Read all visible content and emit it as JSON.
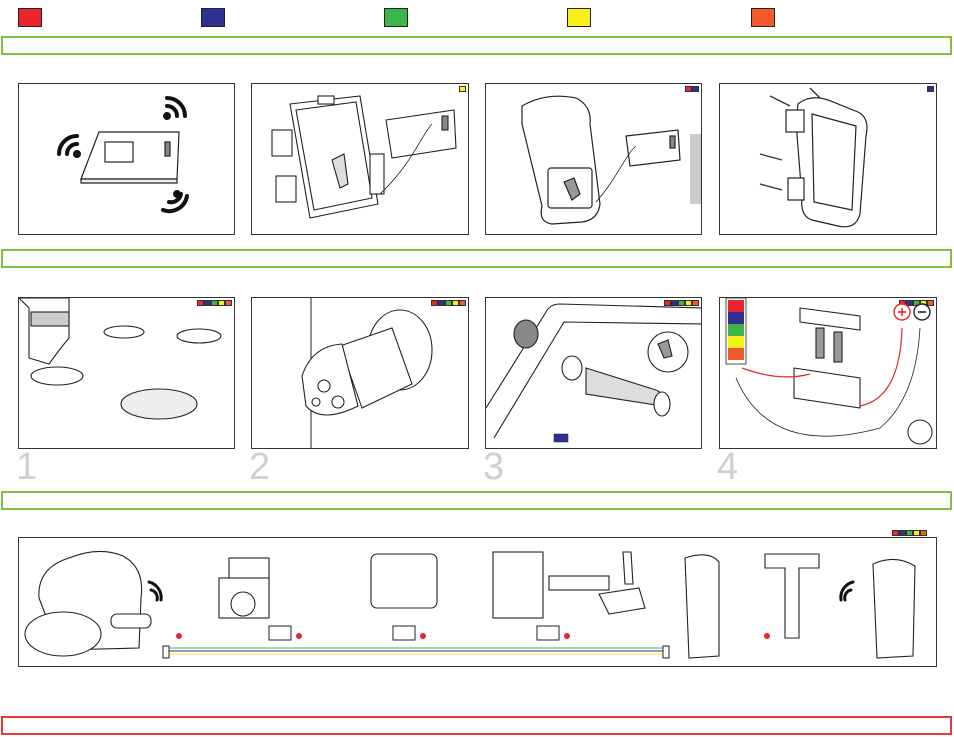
{
  "colors": {
    "red": "#e8262b",
    "blue": "#2e3192",
    "green": "#3cb54a",
    "yellow": "#f9ed1a",
    "orange": "#f15a2b",
    "band_green": "#7fc241",
    "band_red": "#e8393a"
  },
  "legend": [
    {
      "name": "red",
      "color": "#e8262b"
    },
    {
      "name": "blue",
      "color": "#2e3192"
    },
    {
      "name": "green",
      "color": "#3cb54a"
    },
    {
      "name": "yellow",
      "color": "#f9ed1a"
    },
    {
      "name": "orange",
      "color": "#f15a2b"
    }
  ],
  "row1_panels": [
    {
      "id": "wireless-module",
      "tags": []
    },
    {
      "id": "controller-box",
      "tags": [
        "#f9ed1a"
      ]
    },
    {
      "id": "joystick-housing",
      "tags": [
        "#e8262b",
        "#2e3192"
      ]
    },
    {
      "id": "assembled-housing",
      "tags": [
        "#2e3192"
      ]
    }
  ],
  "row2_panels": [
    {
      "id": "cutouts",
      "step": "1",
      "tags": [
        "#e8262b",
        "#2e3192",
        "#3cb54a",
        "#f9ed1a",
        "#f15a2b"
      ]
    },
    {
      "id": "connector",
      "step": "2",
      "tags": [
        "#e8262b",
        "#2e3192",
        "#3cb54a",
        "#f9ed1a",
        "#f15a2b"
      ]
    },
    {
      "id": "cable-gland",
      "step": "3",
      "tags": [
        "#e8262b",
        "#2e3192",
        "#3cb54a",
        "#f9ed1a",
        "#f15a2b"
      ]
    },
    {
      "id": "fuse-holder",
      "step": "4",
      "tags": [
        "#e8262b",
        "#2e3192",
        "#3cb54a",
        "#f9ed1a",
        "#f15a2b"
      ]
    }
  ],
  "system_bar": {
    "tags": [
      "#e8262b",
      "#2e3192",
      "#3cb54a",
      "#f9ed1a",
      "#f15a2b"
    ]
  },
  "icons": [
    "wifi-icon",
    "arrow-right-icon",
    "plus-icon",
    "minus-icon"
  ]
}
